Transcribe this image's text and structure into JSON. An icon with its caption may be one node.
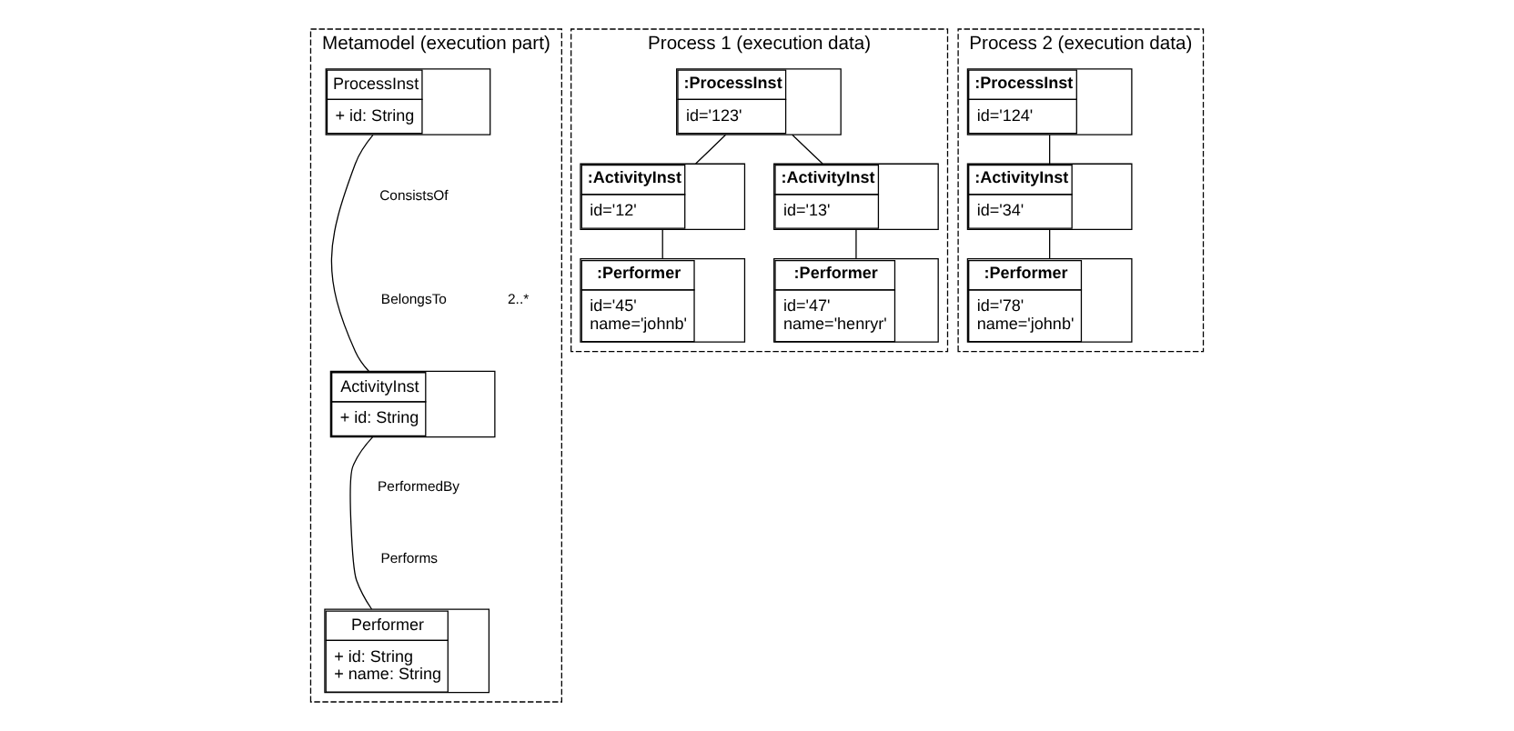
{
  "diagram": {
    "nodes": [
      {
        "text": [
          "Metamodel (execution part)"
        ]
      },
      {
        "text": [
          "ProcessInst",
          "+ id: String"
        ],
        "in": 0
      },
      {
        "text": [
          "ActivityInst",
          "+ id: String"
        ],
        "in": 0
      },
      {
        "text": [
          "Performer",
          "+ id: String",
          "+ name: String"
        ],
        "in": 0
      },
      {
        "text": [
          "Process 1 (execution data)"
        ]
      },
      {
        "text": [
          ":ProcessInst",
          "id='123'"
        ],
        "in": 4
      },
      {
        "text": [
          ":ActivityInst",
          "id='12'"
        ],
        "in": 4
      },
      {
        "text": [
          ":ActivityInst",
          "id='13'"
        ],
        "in": 4
      },
      {
        "text": [
          ":Performer",
          "id='45'",
          "name='johnb'"
        ],
        "in": 4
      },
      {
        "text": [
          ":Performer",
          "id='47'",
          "name='henryr'"
        ],
        "in": 4
      },
      {
        "text": [
          "Process 2 (execution data)"
        ]
      },
      {
        "text": [
          ":ProcessInst",
          "id='124'"
        ],
        "in": 10
      },
      {
        "text": [
          ":ActivityInst",
          "id='34'"
        ],
        "in": 10
      },
      {
        "text": [
          ":Performer",
          "id='78'",
          "name='johnb'"
        ],
        "in": 10
      }
    ],
    "edges": [
      {
        "from": 1,
        "to": 2,
        "arrow": "none"
      },
      {
        "from": 2,
        "to": 3,
        "arrow": "none"
      },
      {
        "from": 5,
        "to": 6,
        "arrow": "none"
      },
      {
        "from": 5,
        "to": 7,
        "arrow": "none"
      },
      {
        "from": 6,
        "to": 8,
        "arrow": "none"
      },
      {
        "from": 7,
        "to": 9,
        "arrow": "none"
      },
      {
        "from": 11,
        "to": 12,
        "arrow": "none"
      },
      {
        "from": 12,
        "to": 13,
        "arrow": "none"
      }
    ],
    "labels": [
      "ConsistsOf",
      "BelongsTo",
      "2..*",
      "PerformedBy",
      "Performs"
    ]
  }
}
